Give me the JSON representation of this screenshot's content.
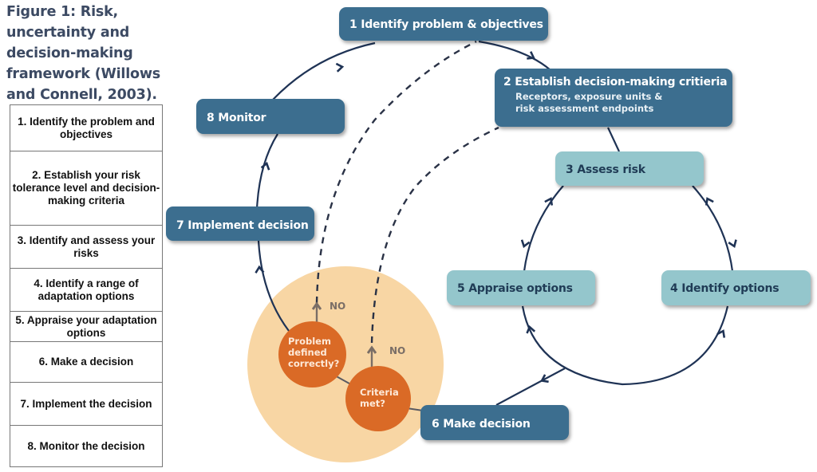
{
  "caption": "Figure 1: Risk, uncertainty and decision-making framework (Willows and Connell, 2003).",
  "table": {
    "rows": [
      "1. Identify the problem and objectives",
      "2. Establish your risk tolerance level and decision-making criteria",
      "3. Identify and assess your risks",
      "4. Identify a range of adaptation options",
      "5. Appraise your adaptation options",
      "6. Make a decision",
      "7. Implement the decision",
      "8. Monitor the decision"
    ]
  },
  "diagram": {
    "colors": {
      "dark_box": "#3c6e8f",
      "light_box": "#94c6cc",
      "decision_bubble": "#da6a26",
      "decision_zone": "#f8d6a4",
      "arrow": "#1f3355"
    },
    "steps": {
      "s1": {
        "title": "1 Identify problem & objectives"
      },
      "s2": {
        "title": "2 Establish decision-making critieria",
        "subtitle": "Receptors, exposure units & risk assessment endpoints"
      },
      "s3": {
        "title": "3 Assess risk"
      },
      "s4": {
        "title": "4 Identify options"
      },
      "s5": {
        "title": "5 Appraise options"
      },
      "s6": {
        "title": "6 Make decision"
      },
      "s7": {
        "title": "7 Implement decision"
      },
      "s8": {
        "title": "8 Monitor"
      }
    },
    "decisions": {
      "problem": {
        "label": "Problem defined correctly?",
        "no_label": "NO"
      },
      "criteria": {
        "label": "Criteria met?",
        "no_label": "NO"
      }
    }
  }
}
